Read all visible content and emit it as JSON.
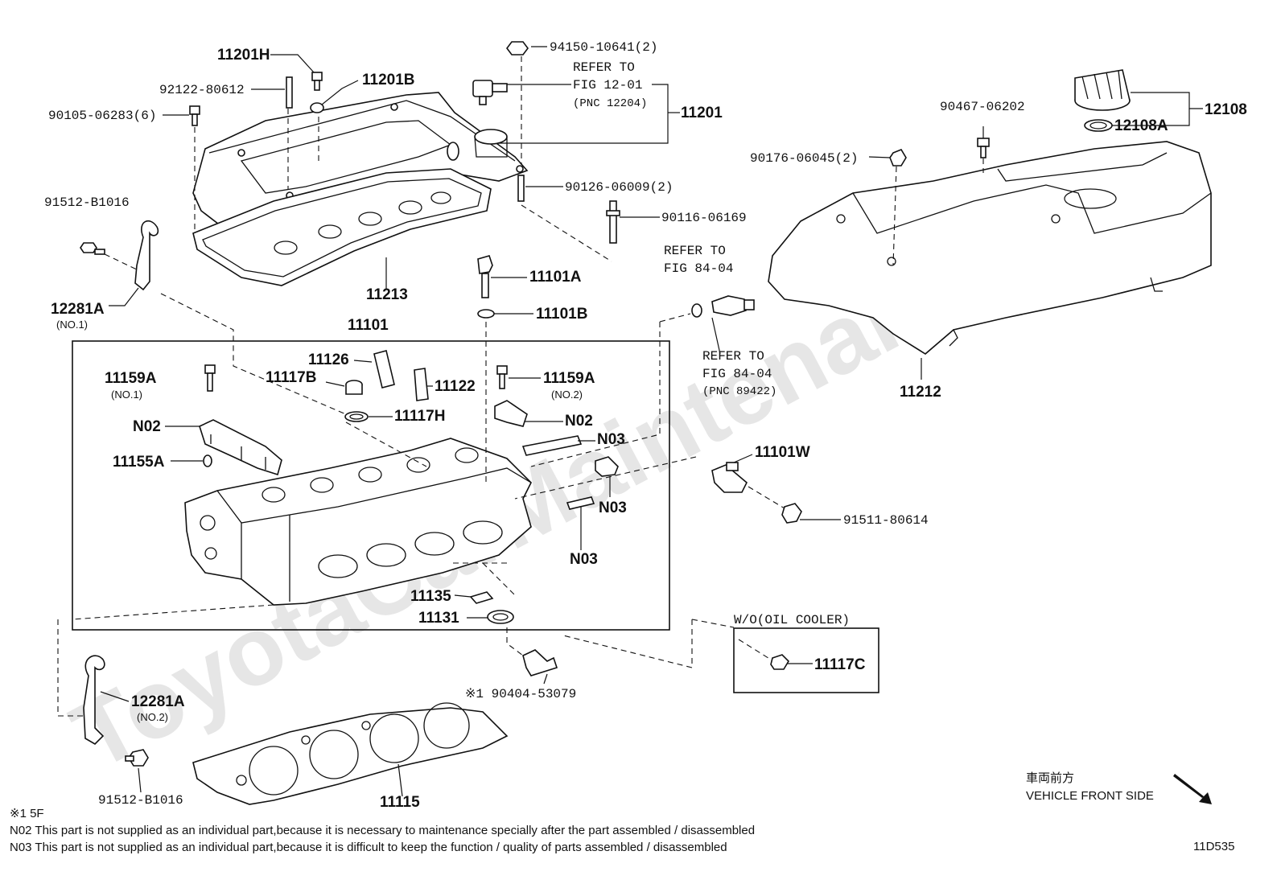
{
  "labels": {
    "p11201H": "11201H",
    "p11201B": "11201B",
    "p92122": "92122-80612",
    "p90105": "90105-06283(6)",
    "p94150": "94150-10641(2)",
    "refer1201_a": "REFER TO",
    "refer1201_b": "FIG 12-01",
    "refer1201_c": "(PNC 12204)",
    "p11201": "11201",
    "p90126": "90126-06009(2)",
    "p90116": "90116-06169",
    "p91512a": "91512-B1016",
    "p12281A1": "12281A",
    "p12281A1_sub": "(NO.1)",
    "p11213": "11213",
    "p11101A": "11101A",
    "p11101B": "11101B",
    "p11101": "11101",
    "p11126": "11126",
    "p11117B": "11117B",
    "p11122": "11122",
    "p11159A1": "11159A",
    "p11159A1_sub": "(NO.1)",
    "p11159A2": "11159A",
    "p11159A2_sub": "(NO.2)",
    "p11117H": "11117H",
    "pN02a": "N02",
    "pN02b": "N02",
    "pN03a": "N03",
    "pN03b": "N03",
    "pN03c": "N03",
    "p11155A": "11155A",
    "refer8404a_a": "REFER TO",
    "refer8404a_b": "FIG 84-04",
    "refer8404b_a": "REFER TO",
    "refer8404b_b": "FIG 84-04",
    "refer8404b_c": "(PNC 89422)",
    "p11101W": "11101W",
    "p91511": "91511-80614",
    "p11135": "11135",
    "p11131": "11131",
    "wo_oil": "W/O(OIL COOLER)",
    "p11117C": "11117C",
    "p90404": "※1 90404-53079",
    "p12281A2": "12281A",
    "p12281A2_sub": "(NO.2)",
    "p91512b": "91512-B1016",
    "p11115": "11115",
    "p90467": "90467-06202",
    "p12108": "12108",
    "p12108A": "12108A",
    "p90176": "90176-06045(2)",
    "p11212": "11212",
    "front_jp": "車両前方",
    "front_en": "VEHICLE FRONT SIDE",
    "fig_code": "11D535"
  },
  "notes": {
    "n1": "※1 5F",
    "n2": "N02 This part is not supplied as an individual part,because it is necessary to maintenance specially after the part assembled / disassembled",
    "n3": "N03 This part is not supplied as an individual part,because it is difficult to keep the function / quality of parts assembled / disassembled"
  },
  "watermark": "ToyotaCarMaintenance"
}
